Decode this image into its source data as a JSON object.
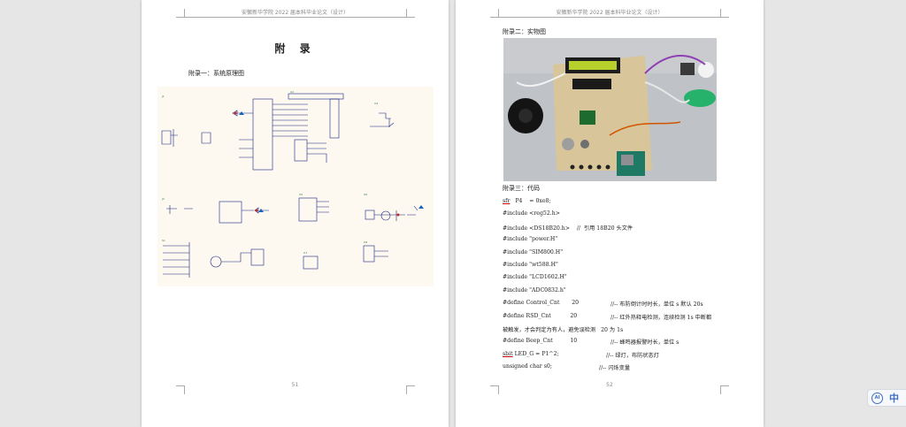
{
  "page1": {
    "header": "安徽新华学院 2022 届本科毕业论文（设计）",
    "title": "附  录",
    "section1": "附录一：系统原理图",
    "page_number": "51"
  },
  "page2": {
    "header": "安徽新华学院 2022 届本科毕业论文（设计）",
    "section2": "附录二：实物图",
    "section3": "附录三：代码",
    "page_number": "52",
    "code_lines": [
      {
        "kw": "sfr",
        "rest": "   P4    = 0xe8;",
        "cmt": ""
      },
      {
        "kw": "",
        "rest": "#include <reg52.h>",
        "cmt": ""
      },
      {
        "kw": "",
        "rest": "#include <DS18B20.h>    //  引用 18B20 头文件",
        "cmt": ""
      },
      {
        "kw": "",
        "rest": "#include \"power.H\"",
        "cmt": ""
      },
      {
        "kw": "",
        "rest": "#include \"SIM800.H\"",
        "cmt": ""
      },
      {
        "kw": "",
        "rest": "#include \"wt588.H\"",
        "cmt": ""
      },
      {
        "kw": "",
        "rest": "#include \"LCD1602.H\"",
        "cmt": ""
      },
      {
        "kw": "",
        "rest": "#include \"ADC0832.h\"",
        "cmt": ""
      },
      {
        "kw": "",
        "rest": "#define Control_Cnt       20",
        "cmt": "//-- 布防倒计时时长，单位 s 默认 20s"
      },
      {
        "kw": "",
        "rest": "#define RSD_Cnt           20",
        "cmt": "//-- 红外热释电检测，连续检测 1s 中断都"
      },
      {
        "kw": "",
        "rest": "被触发，才会判定为有人，避免误检测   20 为 1s",
        "cmt": ""
      },
      {
        "kw": "",
        "rest": "#define Beep_Cnt          10",
        "cmt": "//-- 蜂鸣器报警时长，单位 s"
      },
      {
        "kw": "sbit",
        "rest": " LED_G = P1^2;",
        "cmt": "//-- 绿灯，布防状态灯"
      },
      {
        "kw": "",
        "rest": "unsigned char s0;",
        "cmt": "//-- 闪烁变量"
      }
    ]
  },
  "browser_bar": {
    "label": "中"
  }
}
